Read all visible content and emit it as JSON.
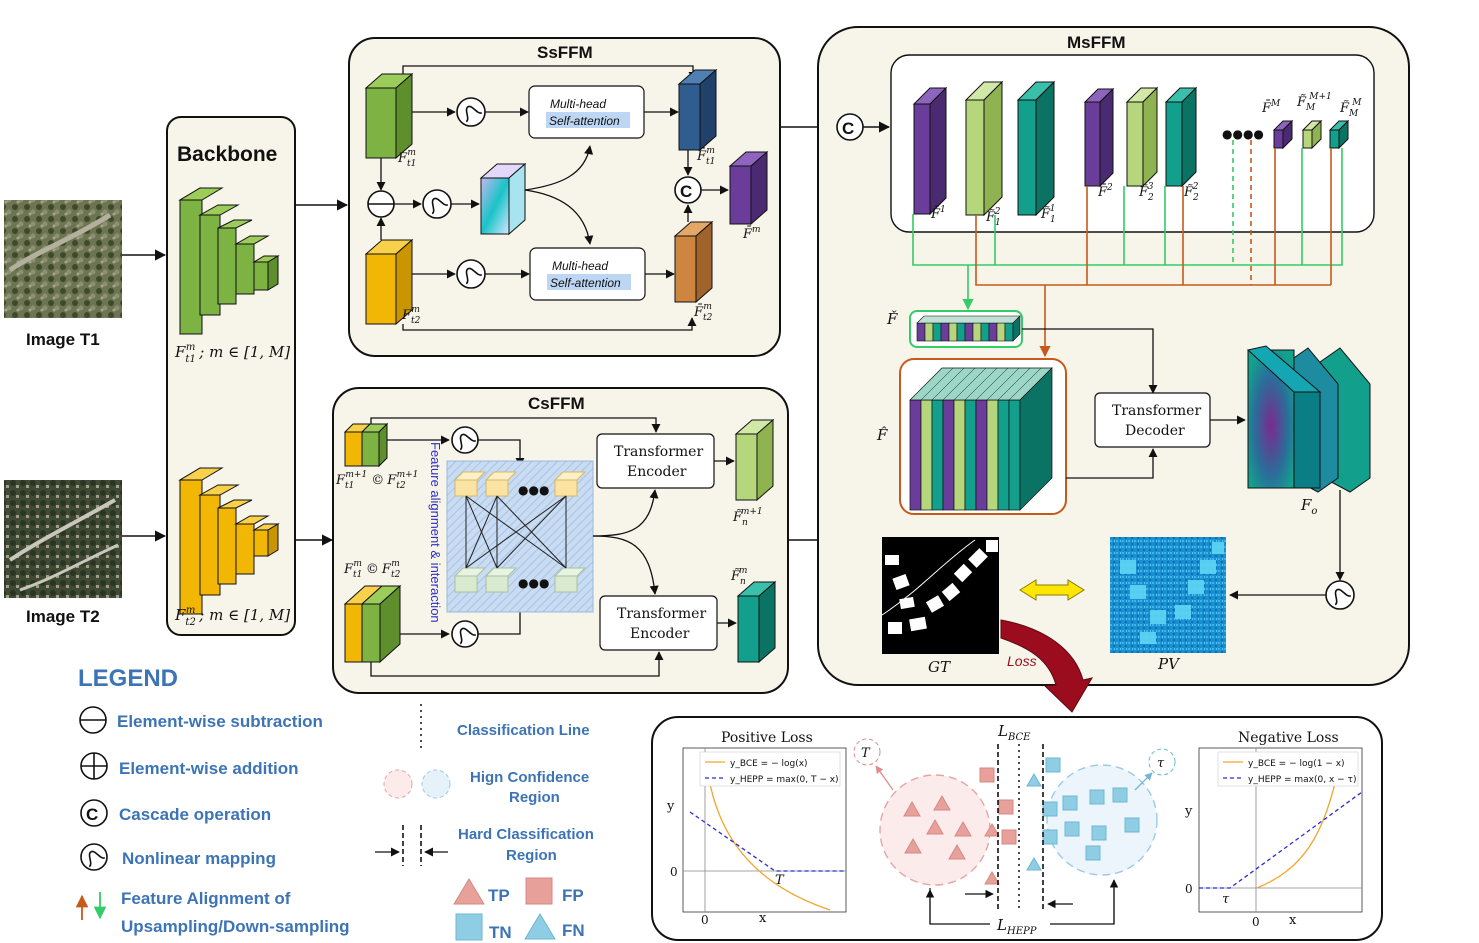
{
  "colors": {
    "panel_bg": "#f7f4ea",
    "green": "#7cb342",
    "yellow": "#f2b705",
    "purple": "#6a3d9a",
    "light_green": "#b5d67a",
    "teal": "#12a08c",
    "blue_feature": "#2f5d8f",
    "orange_feature": "#cd853f",
    "legend_blue": "#3d74b6",
    "loss_red": "#9b0d1e",
    "orange_line": "#c75a1a",
    "green_line": "#33cc66"
  },
  "inputs": {
    "t1_label": "Image T1",
    "t2_label": "Image T2"
  },
  "backbone": {
    "title": "Backbone",
    "t1_feature": "F",
    "t1_sub": "t1",
    "t1_sup": "m",
    "t1_range": "; m ∈ [1, M]",
    "t2_feature": "F",
    "t2_sub": "t2",
    "t2_sup": "m",
    "t2_range": "; m ∈ [1, M]"
  },
  "ssffm": {
    "title": "SsFFM",
    "attn_top_line1": "Multi-head",
    "attn_top_line2": "Self-attention",
    "attn_bot_line1": "Multi-head",
    "attn_bot_line2": "Self-attention",
    "f_t1": "F",
    "f_t1_sub": "t1",
    "f_t1_sup": "m",
    "f_t2": "F",
    "f_t2_sub": "t2",
    "f_t2_sup": "m",
    "fbar_t1": "F̄",
    "fbar_t1_sub": "t1",
    "fbar_t1_sup": "m",
    "fbar_t2": "F̄",
    "fbar_t2_sub": "t2",
    "fbar_t2_sup": "m",
    "fbar": "F̄",
    "fbar_sup": "m",
    "cascade_symbol": "C"
  },
  "csffm": {
    "title": "CsFFM",
    "encoder_top_line1": "Transformer",
    "encoder_top_line2": "Encoder",
    "encoder_bot_line1": "Transformer",
    "encoder_bot_line2": "Encoder",
    "side_label": "Feature alignment & interaction",
    "in_top": "F",
    "in_top_sub": "t1",
    "in_top_sup": "m+1",
    "in_top_op": "©",
    "in_top2": "F",
    "in_top2_sub": "t2",
    "in_top2_sup": "m+1",
    "in_bot": "F",
    "in_bot_sub": "t1",
    "in_bot_sup": "m",
    "in_bot_op": "©",
    "in_bot2": "F",
    "in_bot2_sub": "t2",
    "in_bot2_sup": "m",
    "out_top": "F̃",
    "out_top_sub": "n",
    "out_top_sup": "m+1",
    "out_bot": "F̃",
    "out_bot_sub": "n",
    "out_bot_sup": "m",
    "dots": "●●●"
  },
  "msffm": {
    "title": "MsFFM",
    "labels": [
      {
        "t": "F̄",
        "sub": "",
        "sup": "1"
      },
      {
        "t": "F̃",
        "sub": "1",
        "sup": "2"
      },
      {
        "t": "F̃",
        "sub": "1",
        "sup": "1"
      },
      {
        "t": "F̄",
        "sub": "",
        "sup": "2"
      },
      {
        "t": "F̃",
        "sub": "2",
        "sup": "3"
      },
      {
        "t": "F̃",
        "sub": "2",
        "sup": "2"
      },
      {
        "t": "F̄",
        "sub": "",
        "sup": "M"
      },
      {
        "t": "F̃",
        "sub": "M",
        "sup": "M+1"
      },
      {
        "t": "F̃",
        "sub": "M",
        "sup": "M"
      }
    ],
    "dots": "●●●●",
    "f_check": "F̌",
    "f_hat": "F̂",
    "decoder_line1": "Transformer",
    "decoder_line2": "Decoder",
    "f_o": "F",
    "f_o_sub": "o",
    "gt": "GT",
    "pv": "PV",
    "loss": "Loss",
    "cascade_symbol": "C"
  },
  "legend": {
    "title": "LEGEND",
    "items": [
      {
        "icon": "minus-circle-icon",
        "label": "Element-wise subtraction"
      },
      {
        "icon": "plus-circle-icon",
        "label": "Element-wise addition"
      },
      {
        "icon": "cascade-icon",
        "label": "Cascade operation"
      },
      {
        "icon": "sigmoid-icon",
        "label": "Nonlinear mapping"
      },
      {
        "icon": "up-down-arrows-icon",
        "label_line1": "Feature Alignment of",
        "label_line2": "Upsampling/Down-sampling"
      }
    ],
    "class_line": "Classification Line",
    "high_conf_line1": "Hign Confidence",
    "high_conf_line2": "Region",
    "hard_class_line1": "Hard Classification",
    "hard_class_line2": "Region",
    "tp": "TP",
    "fp": "FP",
    "tn": "TN",
    "fn": "FN"
  },
  "loss_panel": {
    "positive_title": "Positive Loss",
    "negative_title": "Negative Loss",
    "pos_legend_bce": "y_BCE = − log(x)",
    "pos_legend_hepp": "y_HEPP = max(0, T − x)",
    "neg_legend_bce": "y_BCE = − log(1 − x)",
    "neg_legend_hepp": "y_HEPP = max(0, x − τ)",
    "y_label": "y",
    "x_label": "x",
    "zero": "0",
    "tau_upper": "T",
    "tau_lower": "τ",
    "l_bce": "L",
    "l_bce_sub": "BCE",
    "l_hepp": "L",
    "l_hepp_sub": "HEPP",
    "bubble_t": "T",
    "bubble_tau": "τ"
  }
}
